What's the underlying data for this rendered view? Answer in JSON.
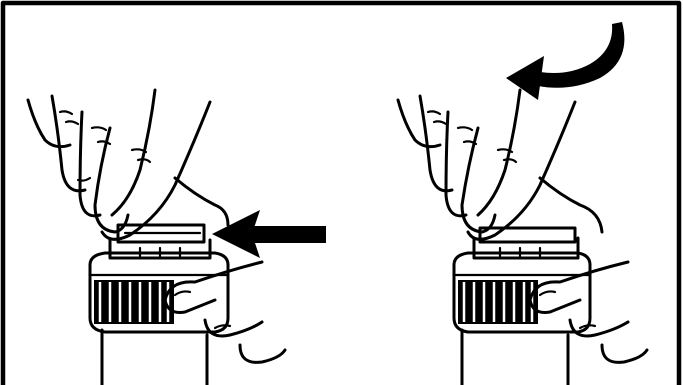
{
  "figure": {
    "panels": [
      {
        "id": "left",
        "action": "press-tab-inward",
        "arrow_direction": "left"
      },
      {
        "id": "right",
        "action": "rotate-cap-counterclockwise",
        "arrow_direction": "curved-left"
      }
    ],
    "colors": {
      "ink": "#000000",
      "background": "#ffffff"
    },
    "icons": [
      "straight-arrow-icon",
      "curved-arrow-icon"
    ]
  }
}
